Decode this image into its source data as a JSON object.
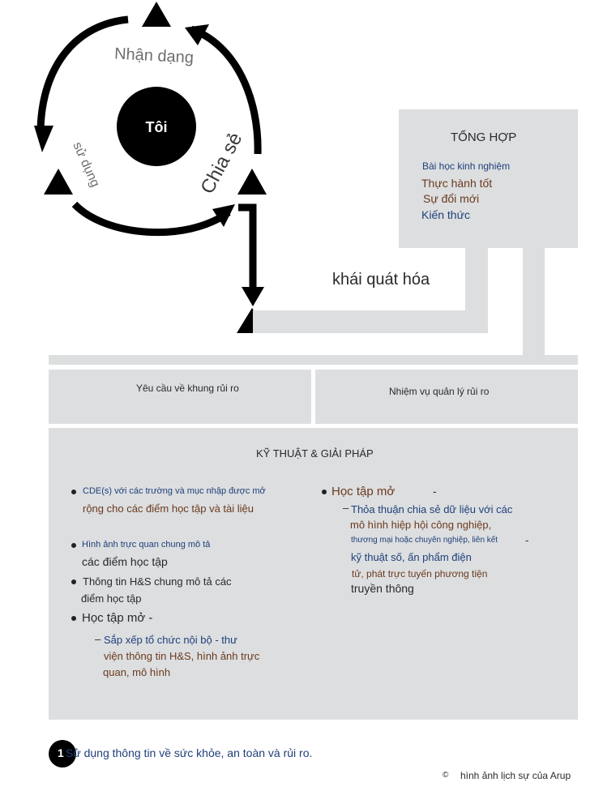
{
  "cycle": {
    "center_label": "Tôi",
    "top_label": "Nhận dạng",
    "left_label": "sử dụng",
    "right_label": "Chia sẻ"
  },
  "synthesis": {
    "title": "TỔNG HỢP",
    "items": [
      "Bài học kinh nghiệm",
      "Thực hành tốt",
      "Sự đổi mới",
      "Kiến thức"
    ]
  },
  "generalize_label": "khái quát hóa",
  "requirements_box": "Yêu cầu về khung rủi ro",
  "tasks_box": "Nhiệm vụ quản lý rủi ro",
  "techniques": {
    "title": "KỸ THUẬT & GIẢI PHÁP",
    "left": {
      "b1_line1": "CDE(s) với các trường và mục nhập được mở",
      "b1_line2": "rộng cho các điểm học tập và tài liệu",
      "b2_line1": "Hình ảnh trực quan chung mô tả",
      "b2_line2": "các điểm học tập",
      "b3_line1": "Thông tin H&S chung mô tả các",
      "b3_line2": "điểm học tập",
      "b4": "Học tập mở -",
      "sub_line1": "Sắp xếp tổ chức nội bộ - thư",
      "sub_line2": "viện thông tin H&S, hình ảnh trực",
      "sub_line3": "quan, mô hình"
    },
    "right": {
      "bullet": "Học tập mở",
      "line1": "Thỏa thuận chia sẻ dữ liệu với các",
      "line2": "mô hình hiệp hội công nghiệp,",
      "line3": "thương mại hoặc chuyên nghiệp, liên kết",
      "line4": "kỹ thuật số, ấn phẩm điện",
      "line5": "tử, phát trực tuyến phương tiện",
      "line6": "truyền thông"
    }
  },
  "footnote": {
    "number": "1",
    "text": "Sử dụng thông tin về sức khỏe, an toàn và rủi ro."
  },
  "credit": "hình ảnh lịch sự của Arup"
}
